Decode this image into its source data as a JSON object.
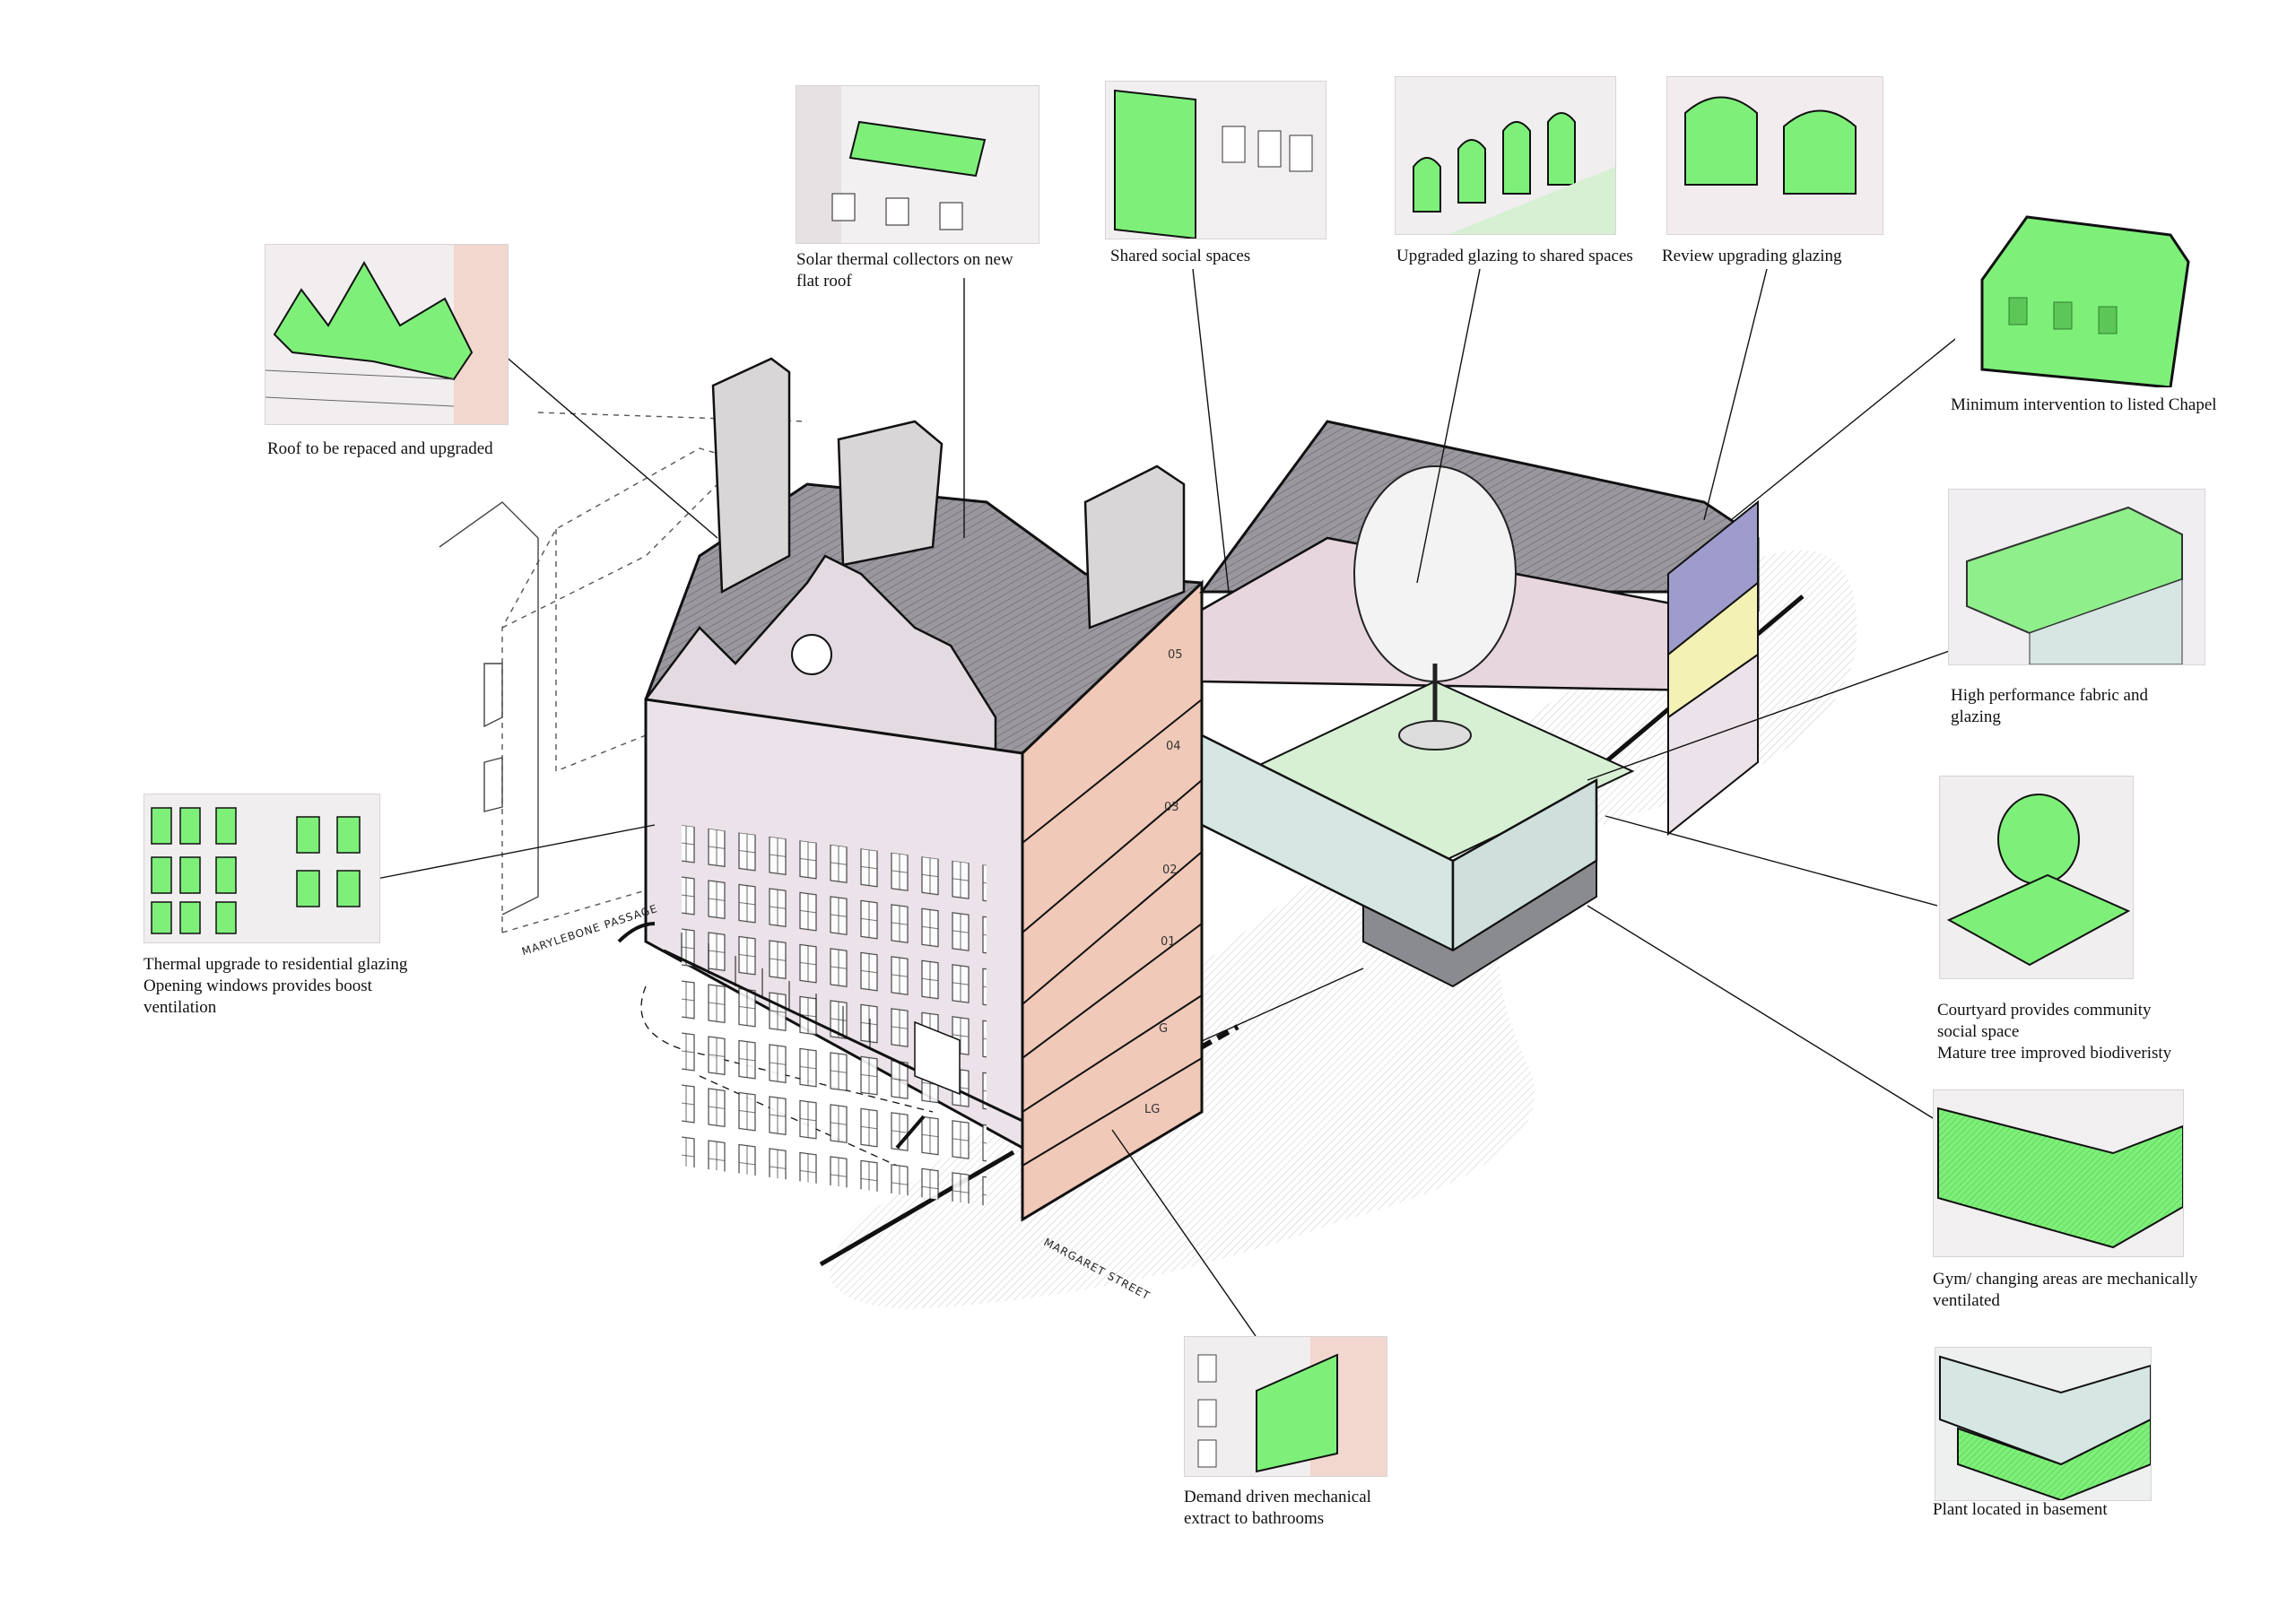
{
  "callouts": [
    {
      "id": "roof",
      "label": "Roof to be repaced and upgraded"
    },
    {
      "id": "solar",
      "label": "Solar thermal collectors on new\nflat roof"
    },
    {
      "id": "social",
      "label": "Shared social spaces"
    },
    {
      "id": "upgraded-glazing",
      "label": "Upgraded glazing to shared spaces"
    },
    {
      "id": "review-glazing",
      "label": "Review upgrading glazing"
    },
    {
      "id": "chapel",
      "label": "Minimum intervention to listed Chapel"
    },
    {
      "id": "fabric",
      "label": "High performance fabric and\nglazing"
    },
    {
      "id": "courtyard",
      "label": "Courtyard provides community\nsocial space\nMature tree improved biodiveristy"
    },
    {
      "id": "gym",
      "label": "Gym/ changing areas are mechanically\nventilated"
    },
    {
      "id": "plant",
      "label": "Plant located in basement"
    },
    {
      "id": "thermal",
      "label": "Thermal upgrade to residential glazing\nOpening windows provides boost\nventilation"
    },
    {
      "id": "extract",
      "label": "Demand driven mechanical\nextract to bathrooms"
    }
  ],
  "street_labels": [
    "MARYLEBONE PASSAGE",
    "MARGARET STREET"
  ],
  "floor_levels": [
    "05",
    "04",
    "03",
    "02",
    "01",
    "G",
    "LG"
  ],
  "colors": {
    "highlight": "#7ef07a",
    "facade": "#ebe3e9",
    "roof": "#8e8c92",
    "section": "#f1c9b8",
    "glass": "#d6e6e2",
    "chapel_band_purple": "#9d9ccc",
    "chapel_band_yellow": "#f4f1b4",
    "line": "#111111"
  }
}
